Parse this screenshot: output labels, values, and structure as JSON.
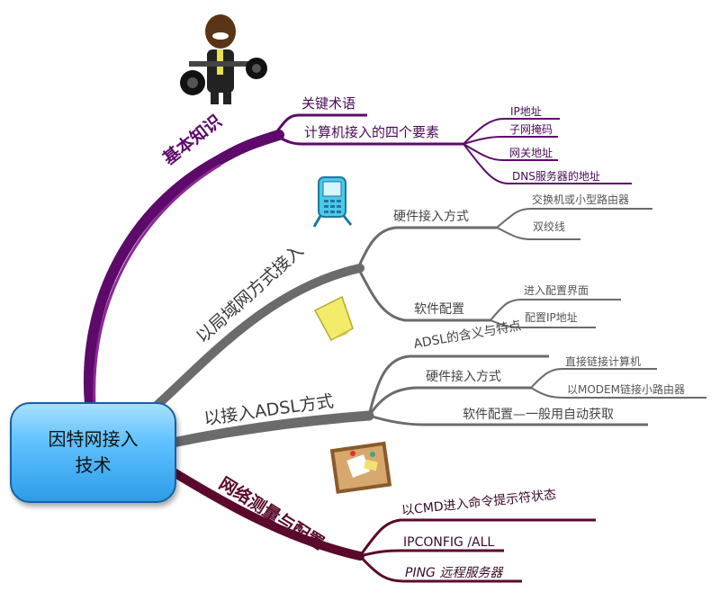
{
  "root": {
    "line1": "因特网接入",
    "line2": "技术"
  },
  "branches": {
    "basics": {
      "label": "基本知识",
      "children": {
        "terms": "关键术语",
        "four": "计算机接入的四个要素",
        "four_items": [
          "IP地址",
          "子网掩码",
          "网关地址",
          "DNS服务器的地址"
        ]
      }
    },
    "lan": {
      "label": "以局域网方式接入",
      "hardware": {
        "label": "硬件接入方式",
        "items": [
          "交换机或小型路由器",
          "双绞线"
        ]
      },
      "software": {
        "label": "软件配置",
        "items": [
          "进入配置界面",
          "配置IP地址"
        ]
      }
    },
    "adsl": {
      "label": "以接入ADSL方式",
      "meaning": "ADSL的含义与特点",
      "hardware": {
        "label": "硬件接入方式",
        "items": [
          "直接链接计算机",
          "以MODEM链接小路由器"
        ]
      },
      "software": "软件配置—一般用自动获取"
    },
    "network": {
      "label": "网络测量与配置",
      "items": [
        "以CMD进入命令提示符状态",
        "IPCONFIG /ALL",
        "PING  远程服务器"
      ]
    }
  },
  "colors": {
    "purple": "#5d0a6b",
    "gray": "#6b6b6b",
    "maroon": "#5a0a2c",
    "root": "#3fb1f5"
  }
}
